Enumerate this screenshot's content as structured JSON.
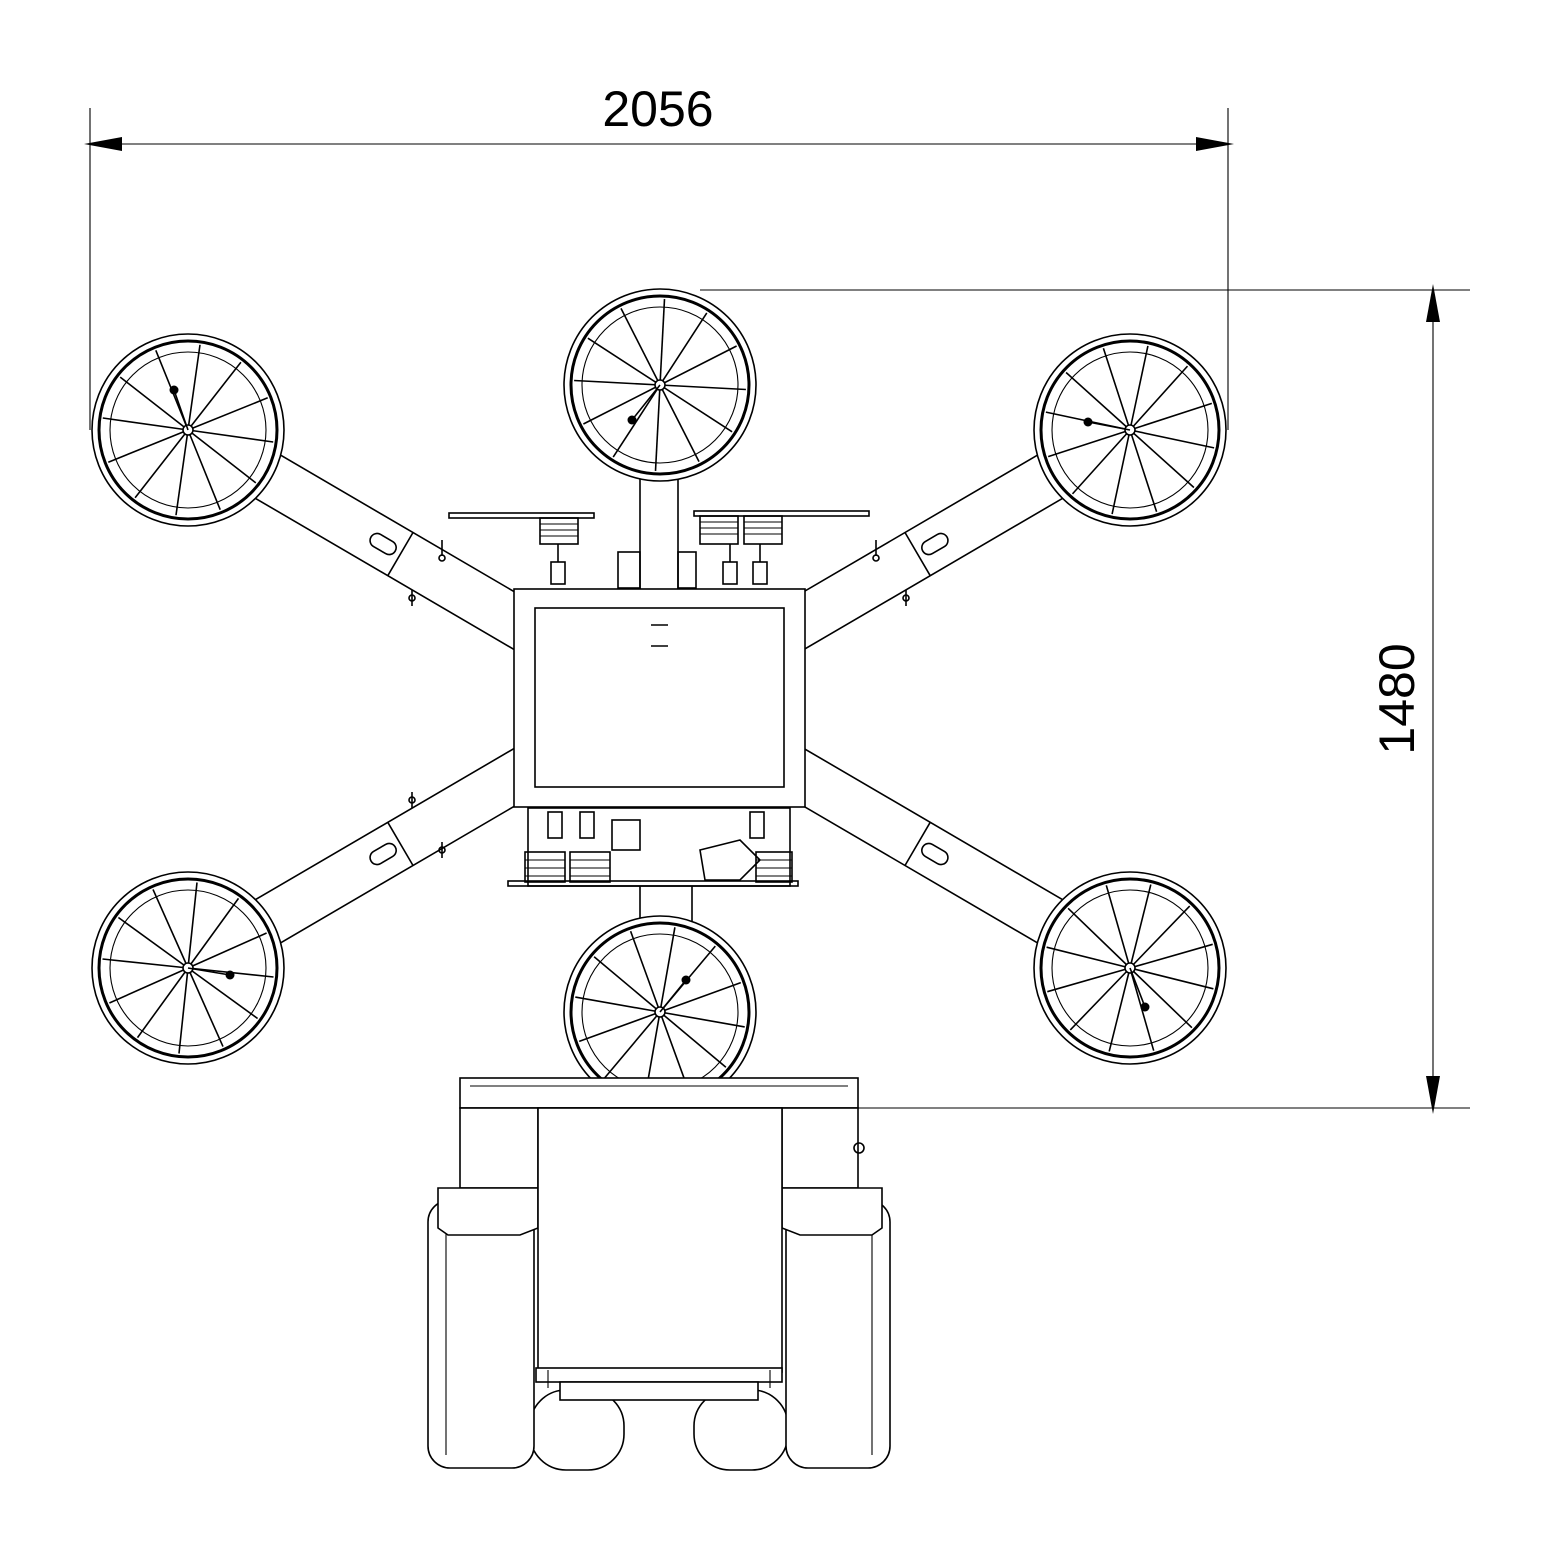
{
  "dimensions": {
    "width_label": "2056",
    "height_label": "1480"
  },
  "colors": {
    "line": "#000000",
    "background": "#ffffff"
  },
  "parts": {
    "suction_pad_count": 6,
    "spokes_per_pad": 12
  }
}
